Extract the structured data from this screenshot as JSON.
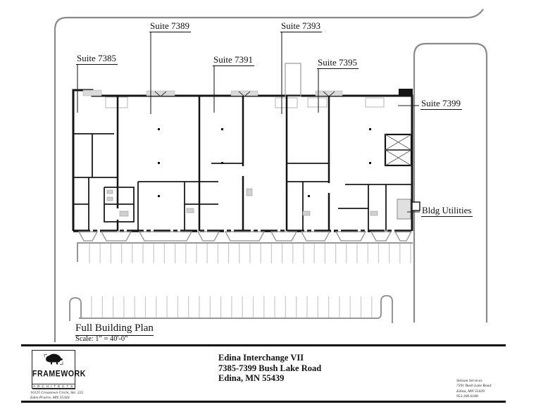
{
  "plan": {
    "suites": [
      {
        "label": "Suite 7385"
      },
      {
        "label": "Suite 7389"
      },
      {
        "label": "Suite 7391"
      },
      {
        "label": "Suite 7393"
      },
      {
        "label": "Suite 7395"
      },
      {
        "label": "Suite 7399"
      }
    ],
    "utilities_label": "Bldg Utilities",
    "view_title": "Full Building Plan",
    "view_scale": "Scale: 1\" = 40'-0\""
  },
  "title_block": {
    "architect": {
      "logo_icon": "bison-icon",
      "name": "FRAMEWORK",
      "subtitle": "ARCHITECTS",
      "address1": "10125 Crosstown Circle, Ste. 225",
      "address2": "Eden Prairie, MN 55344"
    },
    "project": {
      "name": "Edina Interchange VII",
      "address1": "7385-7399 Bush Lake Road",
      "address2": "Edina, MN 55439"
    },
    "contractor": {
      "name": "Stinson Services",
      "address1": "7391 Bush Lake Road",
      "address2": "Edina, MN 55439",
      "phone": "952.300.6180"
    }
  },
  "colors": {
    "wall_black": "#141414",
    "site_gray": "#8a8a8a",
    "stripe_gray": "#c9c9c9"
  }
}
